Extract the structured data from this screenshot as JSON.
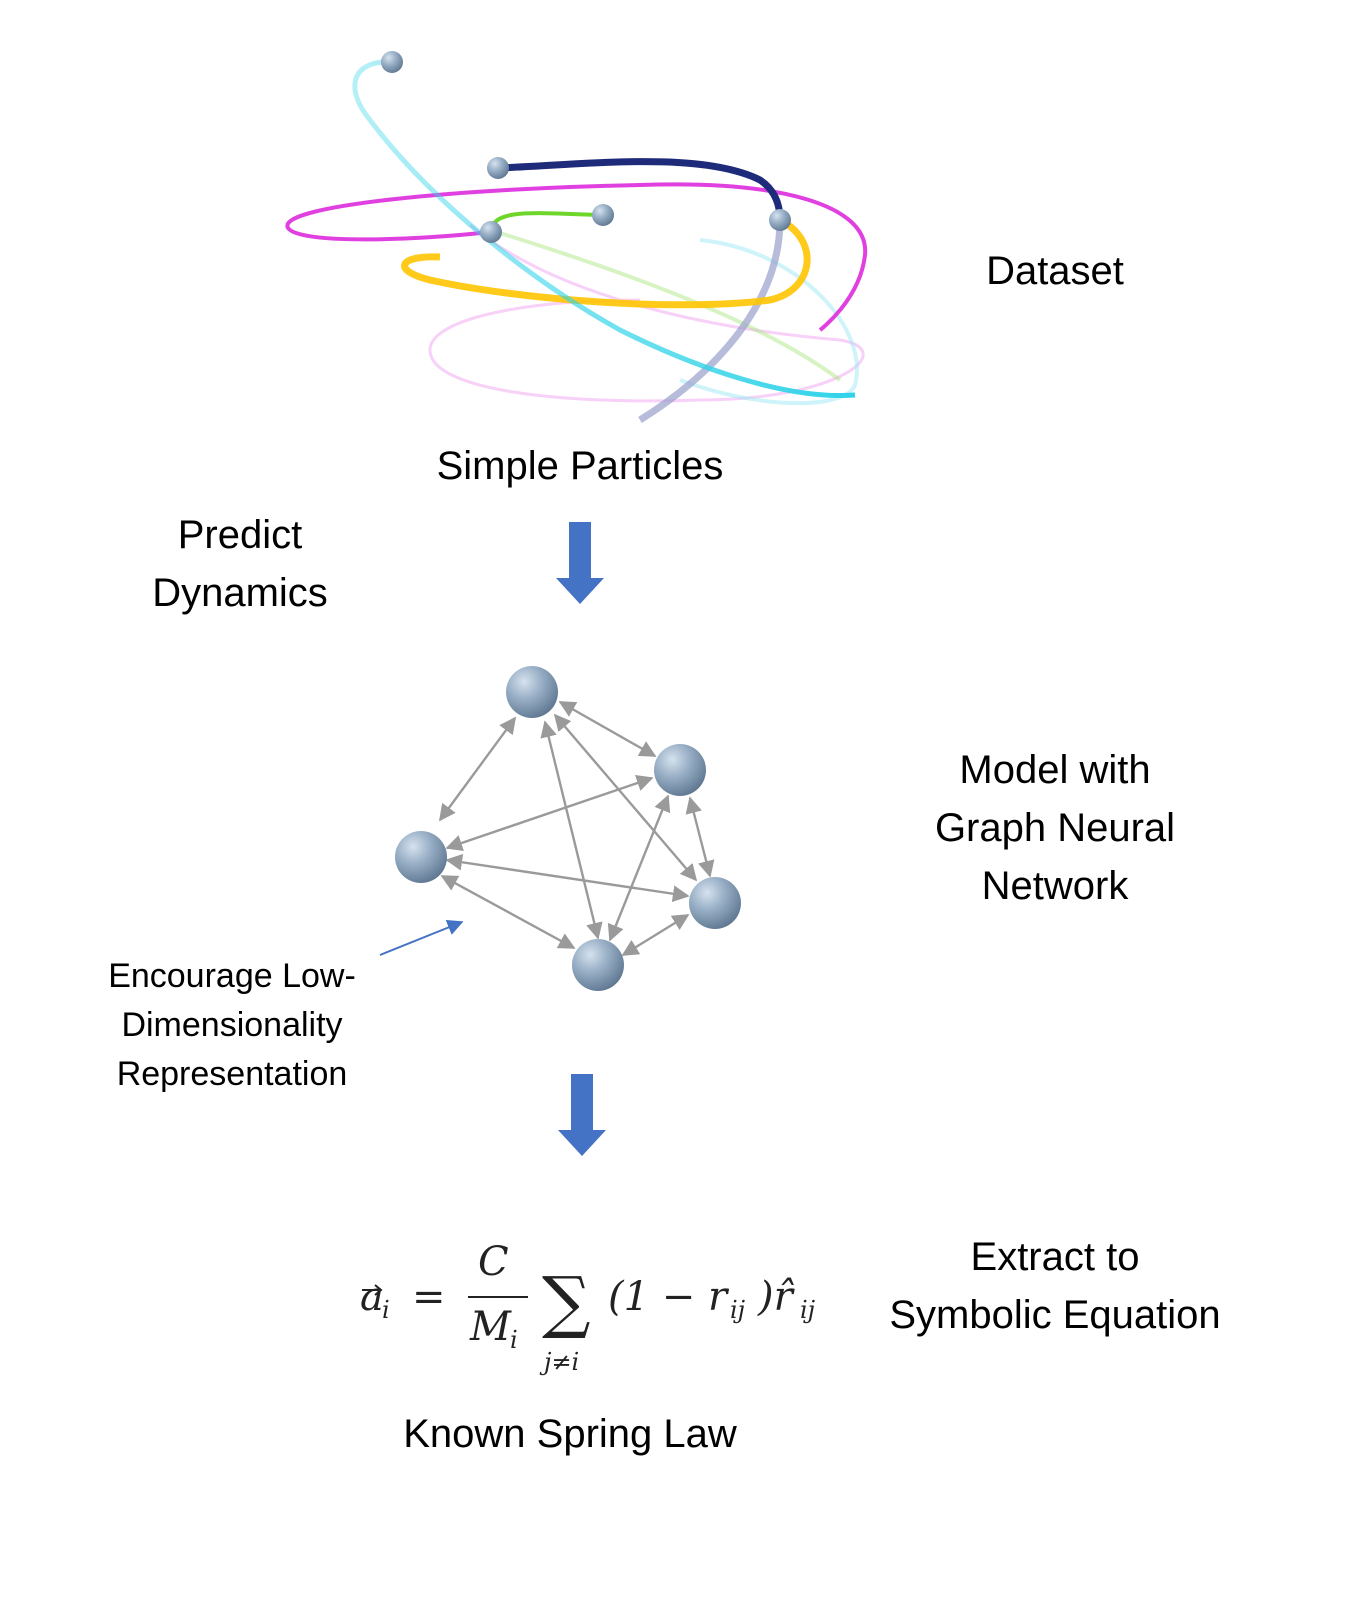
{
  "labels": {
    "dataset": "Dataset",
    "simple_particles": "Simple Particles",
    "predict_dynamics": [
      "Predict",
      "Dynamics"
    ],
    "model": [
      "Model with",
      "Graph Neural",
      "Network"
    ],
    "encourage": [
      "Encourage Low-",
      "Dimensionality",
      "Representation"
    ],
    "extract": [
      "Extract to",
      "Symbolic Equation"
    ],
    "known_law": "Known Spring Law"
  },
  "equation": {
    "lhs": "a",
    "lhs_sub": "i",
    "equals": "=",
    "numerator": "C",
    "denominator": "M",
    "denominator_sub": "i",
    "sum_symbol": "∑",
    "sum_index": "j≠i",
    "body_open": "(1 − r",
    "body_sub1": "ij",
    "body_close": ")r̂",
    "body_sub2": "ij"
  },
  "colors": {
    "arrow": "#4472C4",
    "node": "#8DA5BE",
    "edge": "#9A9A9A",
    "trail_cyan": "#2FD3E8",
    "trail_navy": "#1E2A7A",
    "trail_magenta": "#E040E0",
    "trail_green": "#6ED62A",
    "trail_yellow": "#FFC400"
  }
}
